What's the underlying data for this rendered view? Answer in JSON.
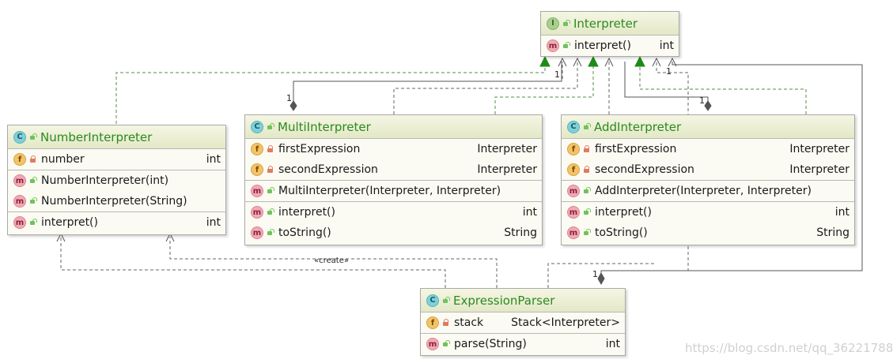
{
  "classes": {
    "interpreter": {
      "name": "Interpreter",
      "methods": [
        {
          "name": "interpret()",
          "type": "int"
        }
      ]
    },
    "number_interpreter": {
      "name": "NumberInterpreter",
      "fields": [
        {
          "name": "number",
          "type": "int"
        }
      ],
      "constructors": [
        {
          "name": "NumberInterpreter(int)"
        },
        {
          "name": "NumberInterpreter(String)"
        }
      ],
      "methods": [
        {
          "name": "interpret()",
          "type": "int"
        }
      ]
    },
    "multi_interpreter": {
      "name": "MultiInterpreter",
      "fields": [
        {
          "name": "firstExpression",
          "type": "Interpreter"
        },
        {
          "name": "secondExpression",
          "type": "Interpreter"
        }
      ],
      "constructors": [
        {
          "name": "MultiInterpreter(Interpreter, Interpreter)"
        }
      ],
      "methods": [
        {
          "name": "interpret()",
          "type": "int"
        },
        {
          "name": "toString()",
          "type": "String"
        }
      ]
    },
    "add_interpreter": {
      "name": "AddInterpreter",
      "fields": [
        {
          "name": "firstExpression",
          "type": "Interpreter"
        },
        {
          "name": "secondExpression",
          "type": "Interpreter"
        }
      ],
      "constructors": [
        {
          "name": "AddInterpreter(Interpreter, Interpreter)"
        }
      ],
      "methods": [
        {
          "name": "interpret()",
          "type": "int"
        },
        {
          "name": "toString()",
          "type": "String"
        }
      ]
    },
    "expression_parser": {
      "name": "ExpressionParser",
      "fields": [
        {
          "name": "stack",
          "type": "Stack<Interpreter>"
        }
      ],
      "methods": [
        {
          "name": "parse(String)",
          "type": "int"
        }
      ]
    }
  },
  "badges": {
    "class": "C",
    "interface": "I",
    "field": "f",
    "method": "m"
  },
  "edge_labels": {
    "create": "«create»",
    "multiplicity": "1"
  },
  "watermark": "https://blog.csdn.net/qq_36221788",
  "colors": {
    "title": "#2b8a1f",
    "realization_arrow": "#1f8a18",
    "edge": "#555555",
    "header_top": "#f5f6e4",
    "header_bottom": "#e3e8c6"
  }
}
